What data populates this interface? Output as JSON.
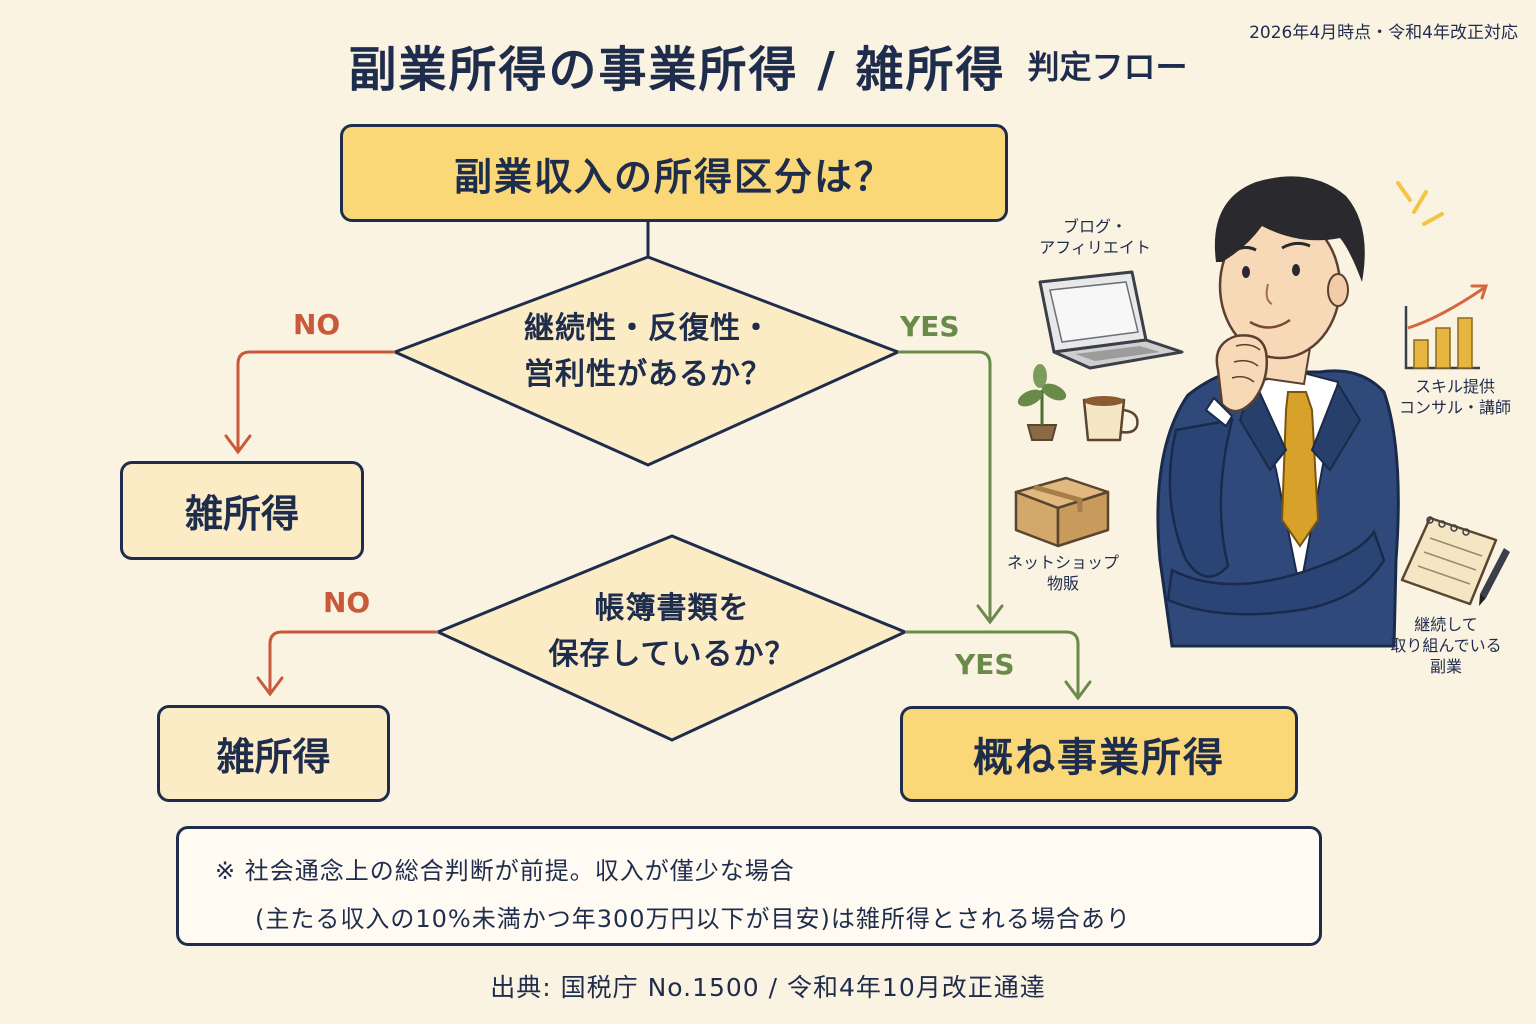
{
  "header": {
    "date_note": "2026年4月時点・令和4年改正対応",
    "title_main": "副業所得の事業所得 / 雑所得",
    "title_sub": "判定フロー"
  },
  "flow": {
    "question": "副業収入の所得区分は？",
    "diamond1": {
      "line1": "継続性・反復性・",
      "line2": "営利性があるか？"
    },
    "diamond2": {
      "line1": "帳簿書類を",
      "line2": "保存しているか？"
    },
    "no_label": "NO",
    "yes_label": "YES",
    "result_misc": "雑所得",
    "result_business": "概ね事業所得"
  },
  "illustration": {
    "blog_label": [
      "ブログ・",
      "アフィリエイト"
    ],
    "skill_label": [
      "スキル提供",
      "コンサル・講師"
    ],
    "shop_label": [
      "ネットショップ",
      "物販"
    ],
    "continuous_label": [
      "継続して",
      "取り組んでいる",
      "副業"
    ]
  },
  "note": {
    "line1": "※ 社会通念上の総合判断が前提。収入が僅少な場合",
    "line2": "(主たる収入の10%未満かつ年300万円以下が目安)は雑所得とされる場合あり"
  },
  "footer": {
    "source": "出典: 国税庁 No.1500 / 令和4年10月改正通達"
  },
  "colors": {
    "navy": "#1f2d4d",
    "yellow": "#fad877",
    "cream": "#fcecc6",
    "no": "#c85a3a",
    "yes": "#6a8a4a",
    "background": "#fbf3e2"
  }
}
